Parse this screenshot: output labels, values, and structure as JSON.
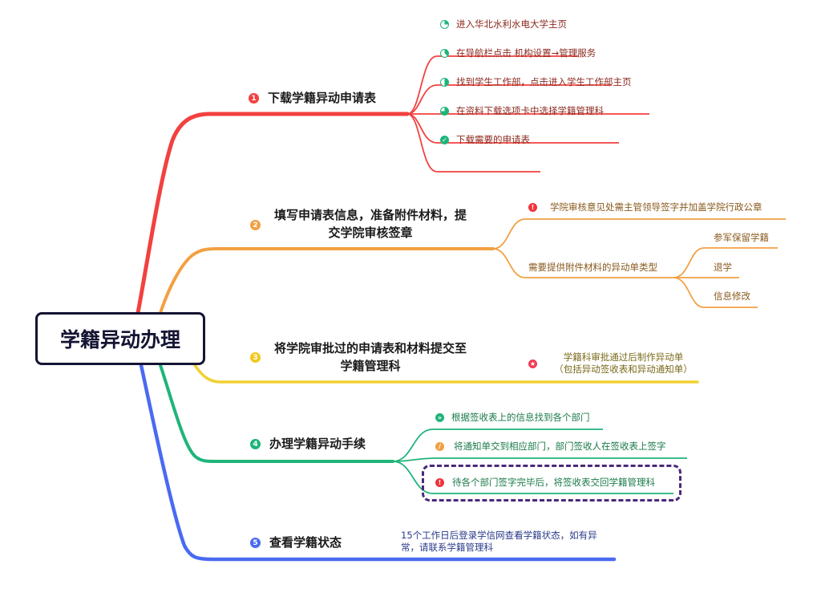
{
  "colors": {
    "branch1": "#f2413f",
    "branch2": "#f2a042",
    "branch3": "#f2d030",
    "branch4": "#1fb47a",
    "branch5": "#4a6af2",
    "root_border": "#141433",
    "text1_branch": "#8b2a1f",
    "text2_branch": "#8a5a1e",
    "text3_branch": "#7a6a1a",
    "text4_branch": "#1a7a4a",
    "text5_branch": "#2a3a8a",
    "dash": "#4a2a7a"
  },
  "root": {
    "title": "学籍异动办理"
  },
  "branches": [
    {
      "number": "1",
      "title": "下载学籍异动申请表",
      "children": [
        {
          "icon": "progress-quarter-icon",
          "label": "进入华北水利水电大学主页"
        },
        {
          "icon": "progress-three-eighths-icon",
          "label": "在导航栏点击 机构设置→管理服务"
        },
        {
          "icon": "progress-half-icon",
          "label": "找到学生工作部，点击进入学生工作部主页"
        },
        {
          "icon": "progress-three-quarter-icon",
          "label": "在资料下载选项卡中选择学籍管理科"
        },
        {
          "icon": "check-circle-icon",
          "label": "下载需要的申请表"
        }
      ]
    },
    {
      "number": "2",
      "title_line1": "填写申请表信息，准备附件材料，提",
      "title_line2": "交学院审核签章",
      "children": [
        {
          "icon": "exclamation-icon",
          "label": "学院审核意见处需主管领导签字并加盖学院行政公章"
        },
        {
          "label": "需要提供附件材料的异动单类型",
          "children": [
            "参军保留学籍",
            "退学",
            "信息修改"
          ]
        }
      ]
    },
    {
      "number": "3",
      "title_line1": "将学院审批过的申请表和材料提交至",
      "title_line2": "学籍管理科",
      "children": [
        {
          "icon": "star-icon",
          "label_line1": "学籍科审批通过后制作异动单",
          "label_line2": "（包括异动签收表和异动通知单）"
        }
      ]
    },
    {
      "number": "4",
      "title": "办理学籍异动手续",
      "children": [
        {
          "icon": "run-icon",
          "label": "根据签收表上的信息找到各个部门"
        },
        {
          "icon": "pencil-icon",
          "label": "将通知单交到相应部门，部门签收人在签收表上签字"
        },
        {
          "icon": "exclamation-icon",
          "label": "待各个部门签字完毕后，将签收表交回学籍管理科"
        }
      ]
    },
    {
      "number": "5",
      "title": "查看学籍状态",
      "children": [
        {
          "label_line1": "15个工作日后登录学信网查看学籍状态，如有异",
          "label_line2": "常，请联系学籍管理科"
        }
      ]
    }
  ]
}
